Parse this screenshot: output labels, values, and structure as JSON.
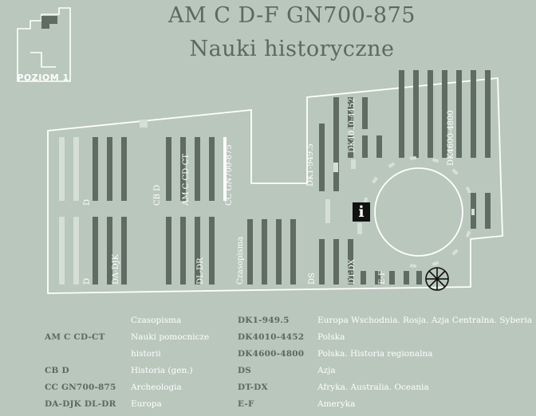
{
  "header": {
    "title": "AM C D-F GN700-875",
    "subtitle": "Nauki historyczne",
    "level_label": "POZIOM 1"
  },
  "map": {
    "shelf_labels": {
      "d_upper": "D",
      "d_lower": "D",
      "da_djk": "DA-DJK",
      "cb_d": "CB D",
      "am_c_cd_ct": "AM C CD-CT",
      "cc_gn": "CC GN700-875",
      "dl_dr": "DL-DR",
      "czasopisma": "Czasopisma",
      "ds": "DS",
      "dk1": "DK1-949.5",
      "dk4010": "DK4010-4452",
      "dk4600": "DK4600-4800",
      "dt_dx": "DT-DX",
      "e_f": "E-F"
    },
    "info_icon": "info-icon",
    "stairs_icon": "spiral-staircase-icon",
    "colors": {
      "background": "#b9c7bd",
      "wall": "#ffffff",
      "shelf": "#5f6b63",
      "light_shelf": "#d6dfd5"
    }
  },
  "legend": {
    "col1": [
      "",
      "AM C CD-CT",
      "",
      "CB D",
      "CC GN700-875",
      "DA-DJK DL-DR"
    ],
    "col2": [
      "Czasopisma",
      "Nauki pomocnicze",
      "historii",
      "Historia (gen.)",
      "Archeologia",
      "Europa"
    ],
    "col3": [
      "DK1-949.5",
      "DK4010-4452",
      "DK4600-4800",
      "DS",
      "DT-DX",
      "E-F"
    ],
    "col4": [
      "Europa Wschodnia. Rosja. Azja Centralna. Syberia",
      "Polska",
      "Polska. Historia regionalna",
      "Azja",
      "Afryka. Australia. Oceania",
      "Ameryka"
    ]
  }
}
